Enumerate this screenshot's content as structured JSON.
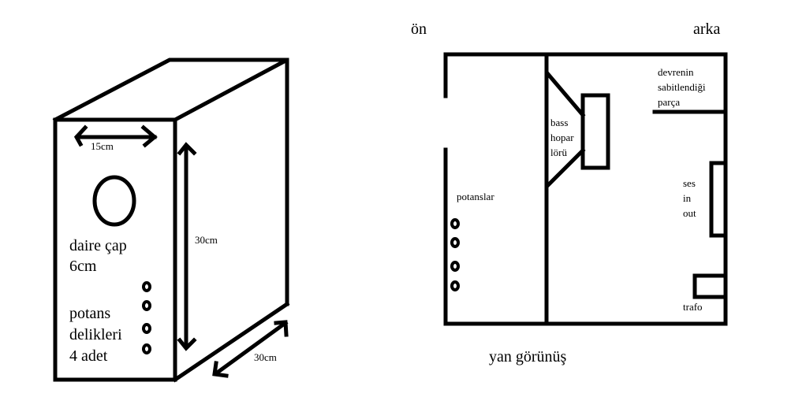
{
  "box_3d": {
    "width_label": "15cm",
    "height_label": "30cm",
    "depth_label": "30cm",
    "circle_note_line1": "daire çap",
    "circle_note_line2": "6cm",
    "holes_note_line1": "potans",
    "holes_note_line2": "delikleri",
    "holes_note_line3": "4 adet",
    "hole_count": 4
  },
  "side_view": {
    "front_label": "ön",
    "back_label": "arka",
    "caption": "yan görünüş",
    "pots_label": "potanslar",
    "pot_count": 4,
    "speaker_line1": "bass",
    "speaker_line2": "hopar",
    "speaker_line3": "lörü",
    "board_line1": "devrenin",
    "board_line2": "sabitlendiği",
    "board_line3": "parça",
    "io_line1": "ses",
    "io_line2": "in",
    "io_line3": "out",
    "transformer_label": "trafo"
  },
  "colors": {
    "ink": "#000000",
    "paper": "#ffffff"
  }
}
